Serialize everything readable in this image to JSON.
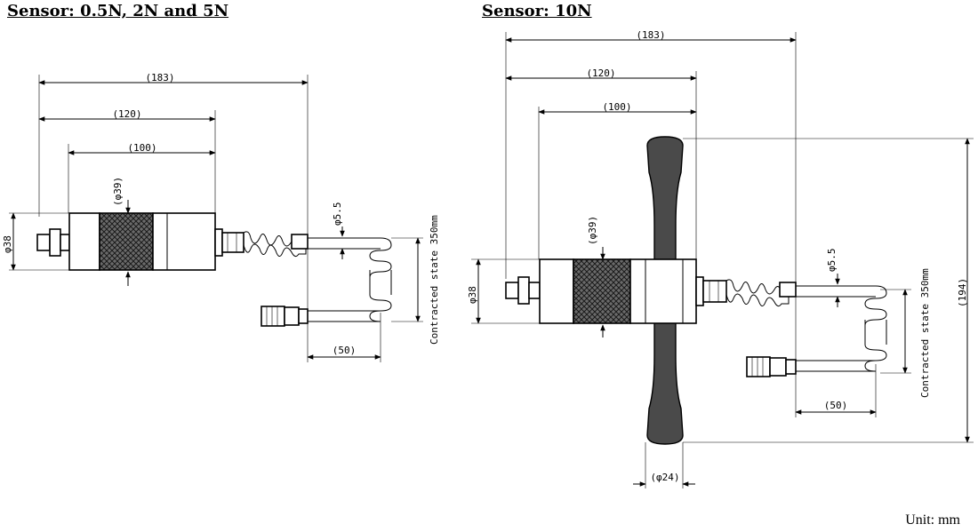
{
  "titles": {
    "left": "Sensor: 0.5N, 2N and 5N",
    "right": "Sensor: 10N"
  },
  "unit": "Unit: mm",
  "left_dims": {
    "d183": "(183)",
    "d120": "(120)",
    "d100": "(100)",
    "phi39": "(φ39)",
    "phi38": "φ38",
    "phi55": "φ5.5",
    "contracted": "Contracted state 350mm",
    "d50": "(50)"
  },
  "right_dims": {
    "d183": "(183)",
    "d120": "(120)",
    "d100": "(100)",
    "phi39": "(φ39)",
    "phi38": "φ38",
    "phi55": "φ5.5",
    "contracted": "Contracted state 350mm",
    "d50": "(50)",
    "d194": "(194)",
    "phi24": "(φ24)"
  },
  "colors": {
    "line": "#000000",
    "knurl": "#4a4a4a",
    "background": "#ffffff"
  }
}
